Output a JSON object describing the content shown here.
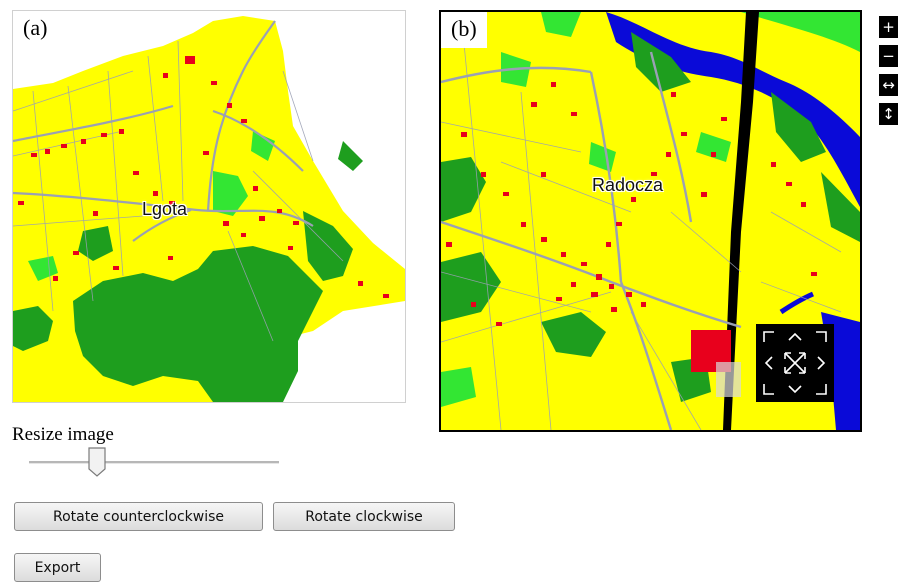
{
  "panel_a": {
    "tag": "(a)",
    "place": "Lgota"
  },
  "panel_b": {
    "tag": "(b)",
    "place": "Radocza"
  },
  "map_controls": {
    "zoom_in": "+",
    "zoom_out": "−",
    "fit_width": "↔",
    "fit_height": "↕",
    "pan_icons": [
      "pan-up-icon",
      "pan-down-icon",
      "pan-left-icon",
      "pan-right-icon",
      "reset-view-icon"
    ]
  },
  "resize": {
    "label": "Resize image"
  },
  "buttons": {
    "rotate_ccw": "Rotate counterclockwise",
    "rotate_cw": "Rotate clockwise",
    "export": "Export"
  },
  "colors": {
    "farmland": "#ffff00",
    "forest": "#1e9e1e",
    "meadow": "#33e633",
    "buildings": "#e8001c",
    "water": "#0a0ad8",
    "roads": "#9aa0b4"
  }
}
